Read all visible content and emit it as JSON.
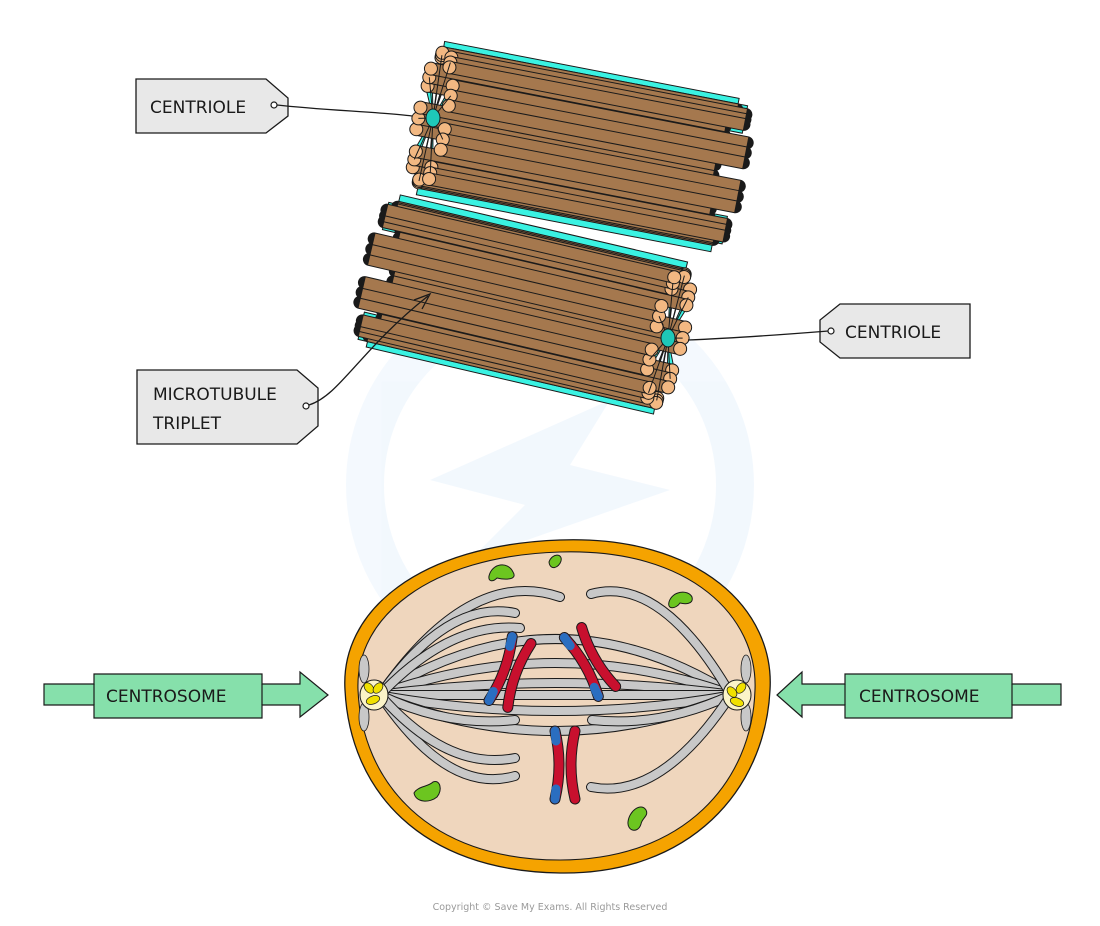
{
  "diagram": {
    "title": "Centrioles and centrosomes",
    "labels": {
      "centriole_top": "CENTRIOLE",
      "centriole_bottom": "CENTRIOLE",
      "microtubule_line1": "MICROTUBULE",
      "microtubule_line2": "TRIPLET",
      "centrosome_left": "CENTROSOME",
      "centrosome_right": "CENTROSOME"
    },
    "copyright": "Copyright © Save My Exams. All Rights Reserved",
    "colors": {
      "microtubule": "#a5784e",
      "microtubule_end": "#f2b882",
      "centriole_sheet": "#3af2e2",
      "hub": "#1ec8b8",
      "label_fill": "#e8e8e8",
      "arrow_fill": "#86e0ab",
      "cell_membrane": "#f5a300",
      "cytoplasm": "#efd6bd",
      "spindle_fibre": "#c8c8c8",
      "chromosome": "#c8102e",
      "chromosome_tip": "#2a6ec0",
      "organelle": "#6cc520",
      "centrosome_core": "#fbf4c8",
      "centriole_dot": "#f0e000"
    }
  }
}
